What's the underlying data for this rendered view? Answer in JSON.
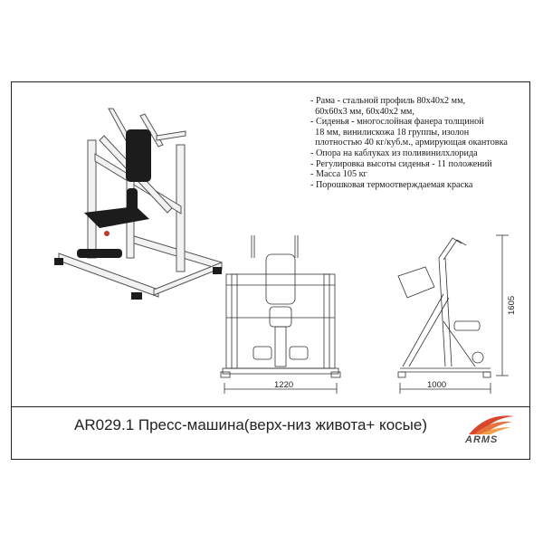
{
  "product": {
    "caption": "AR029.1 Пресс-машина(верх-низ живота+ косые)",
    "brand": "ARMS"
  },
  "specs": [
    "- Рама - стальной профиль 80х40х2 мм,",
    "  60х60х3 мм, 60х40х2 мм,",
    "- Сиденья - многослойная фанера толщиной",
    "  18 мм, винилискожа 18 группы, изолон",
    "  плотностью 40 кг/куб.м., армирующая окантовка",
    "- Опора на каблуках из поливинилхлорида",
    "- Регулировка высоты сиденья - 11 положений",
    "- Масса 105 кг",
    "- Порошковая термоотверждаемая краска"
  ],
  "dimensions": {
    "front_width": "1220",
    "side_depth": "1000",
    "height": "1605"
  },
  "colors": {
    "frame": "#f2f2f2",
    "pad": "#1c1c1c",
    "accent": "#c0392b"
  }
}
